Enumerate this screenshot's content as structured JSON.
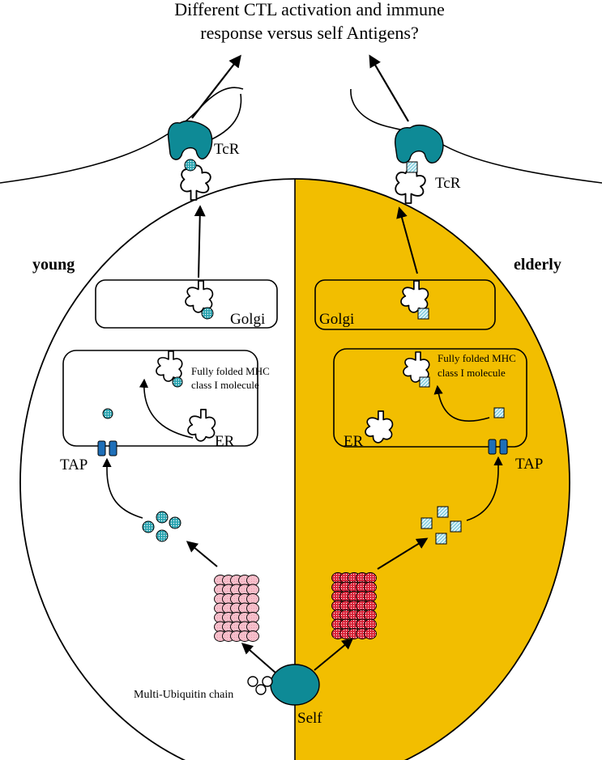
{
  "title": {
    "line1": "Different CTL activation and immune",
    "line2": "response versus self Antigens?"
  },
  "labels": {
    "young": "young",
    "elderly": "elderly",
    "tcr_left": "TcR",
    "tcr_right": "TcR",
    "golgi_left": "Golgi",
    "golgi_right": "Golgi",
    "er_left": "ER",
    "er_right": "ER",
    "tap_left": "TAP",
    "tap_right": "TAP",
    "mhc_left_line1": "Fully folded MHC",
    "mhc_left_line2": "class I molecule",
    "mhc_right_line1": "Fully folded MHC",
    "mhc_right_line2": "class I molecule",
    "multi_ubiquitin": "Multi-Ubiquitin chain",
    "self": "Self"
  },
  "colors": {
    "elderly_fill": "#F2BE00",
    "young_fill": "#FFFFFF",
    "teal": "#0E8A96",
    "tap_blue": "#1F6FB8",
    "proteasome_young": "#F6BFCB",
    "proteasome_elderly": "#D9253A",
    "peptide_square": "#BFE6EE",
    "peptide_circle": "#2AA3B0"
  },
  "icons": {
    "tcr": "t-cell-receptor-icon",
    "mhc": "mhc-class-i-molecule-icon",
    "proteasome": "proteasome-icon",
    "peptide_round": "peptide-round-icon",
    "peptide_square": "peptide-square-icon",
    "tap": "tap-transporter-icon",
    "ubiquitin": "ubiquitin-chain-icon"
  }
}
